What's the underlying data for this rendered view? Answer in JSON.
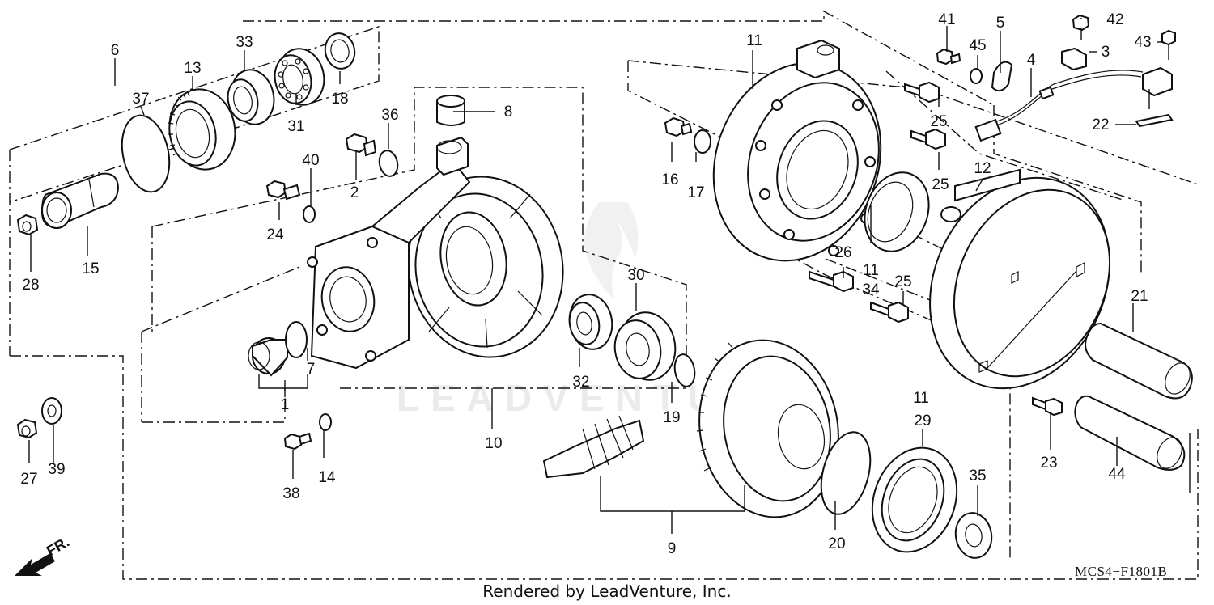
{
  "diagram": {
    "labels": {
      "p1": "1",
      "p2": "2",
      "p3": "3",
      "p4": "4",
      "p5": "5",
      "p6": "6",
      "p7": "7",
      "p8": "8",
      "p9": "9",
      "p10": "10",
      "p11a": "11",
      "p11b": "11",
      "p11c": "11",
      "p12": "12",
      "p13": "13",
      "p14": "14",
      "p15": "15",
      "p16": "16",
      "p17": "17",
      "p18": "18",
      "p19": "19",
      "p20": "20",
      "p21": "21",
      "p22": "22",
      "p23": "23",
      "p24": "24",
      "p25a": "25",
      "p25b": "25",
      "p25c": "25",
      "p26": "26",
      "p27": "27",
      "p28": "28",
      "p29": "29",
      "p30": "30",
      "p31": "31",
      "p32": "32",
      "p33": "33",
      "p34": "34",
      "p35": "35",
      "p36": "36",
      "p37": "37",
      "p38": "38",
      "p39": "39",
      "p40": "40",
      "p41": "41",
      "p42": "42",
      "p43": "43",
      "p44": "44",
      "p45": "45"
    },
    "front_indicator": "FR.",
    "diagram_code": "MCS4−F1801B",
    "credit": "Rendered by LeadVenture, Inc.",
    "watermark": "LEADVENTURE"
  }
}
